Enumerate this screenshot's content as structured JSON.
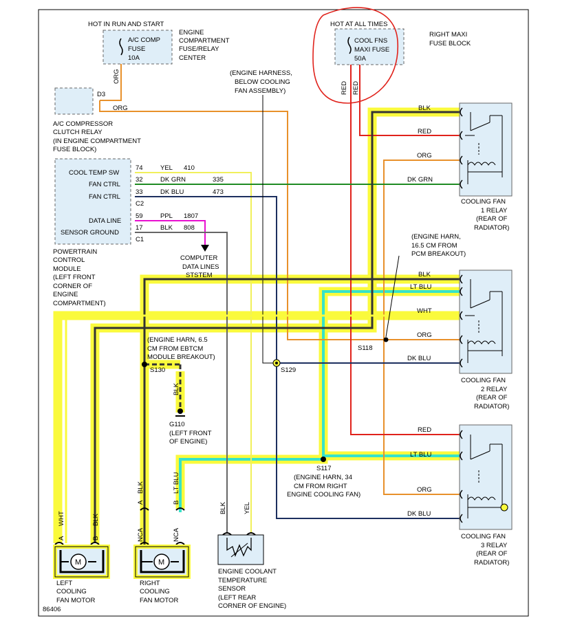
{
  "diagram_id": "86406",
  "fuse_ac": {
    "header": "HOT IN RUN AND START",
    "line1": "A/C COMP",
    "line2": "FUSE",
    "line3": "10A",
    "location": [
      "ENGINE",
      "COMPARTMENT",
      "FUSE/RELAY",
      "CENTER"
    ]
  },
  "fuse_fan": {
    "header": "HOT AT ALL TIMES",
    "line1": "COOL FNS",
    "line2": "MAXI FUSE",
    "line3": "50A",
    "location": [
      "RIGHT MAXI",
      "FUSE BLOCK"
    ]
  },
  "ac_relay": {
    "pin": "D3",
    "label": [
      "A/C COMPRESSOR",
      "CLUTCH RELAY",
      "(IN ENGINE COMPARTMENT",
      "FUSE BLOCK)"
    ]
  },
  "engine_harness_note": [
    "(ENGINE HARNESS,",
    "BELOW COOLING",
    "FAN ASSEMBLY)"
  ],
  "pcm": {
    "rows": [
      {
        "label": "COOL TEMP SW",
        "pin": "74",
        "color": "YEL",
        "circuit": "410"
      },
      {
        "label": "FAN CTRL",
        "pin": "32",
        "color": "DK GRN",
        "circuit": "335"
      },
      {
        "label": "FAN CTRL",
        "pin": "33",
        "color": "DK BLU",
        "circuit": "473"
      },
      {
        "label": "DATA LINE",
        "pin": "59",
        "color": "PPL",
        "circuit": "1807"
      },
      {
        "label": "SENSOR GROUND",
        "pin": "17",
        "color": "BLK",
        "circuit": "808"
      }
    ],
    "conn_c2": "C2",
    "conn_c1": "C1",
    "label": [
      "POWERTRAIN",
      "CONTROL",
      "MODULE",
      "(LEFT FRONT",
      "CORNER OF",
      "ENGINE",
      "COMPARTMENT)"
    ]
  },
  "data_lines": [
    "COMPUTER",
    "DATA LINES",
    "STSTEM"
  ],
  "wire_labels": {
    "org": "ORG",
    "red": "RED",
    "blk": "BLK",
    "wht": "WHT",
    "lt_blu": "LT BLU",
    "dk_grn": "DK GRN",
    "dk_blu": "DK BLU",
    "yel": "YEL"
  },
  "relay1": {
    "label": [
      "COOLING FAN",
      "1 RELAY",
      "(REAR OF",
      "RADIATOR)"
    ]
  },
  "relay2": {
    "label": [
      "COOLING FAN",
      "2 RELAY",
      "(REAR OF",
      "RADIATOR)"
    ]
  },
  "relay3": {
    "label": [
      "COOLING FAN",
      "3 RELAY",
      "(REAR OF",
      "RADIATOR)"
    ]
  },
  "s118": {
    "id": "S118",
    "note": [
      "(ENGINE HARN,",
      "16.5 CM FROM",
      "PCM BREAKOUT)"
    ]
  },
  "s130": {
    "id": "S130",
    "note": [
      "(ENGINE HARN, 6.5",
      "CM FROM EBTCM",
      "MODULE BREAKOUT)"
    ]
  },
  "s129": {
    "id": "S129"
  },
  "s117": {
    "id": "S117",
    "note": [
      "(ENGINE HARN, 34",
      "CM FROM RIGHT",
      "ENGINE COOLING FAN)"
    ]
  },
  "g110": {
    "id": "G110",
    "note": [
      "(LEFT FRONT",
      "OF ENGINE)"
    ]
  },
  "left_motor": {
    "label": [
      "LEFT",
      "COOLING",
      "FAN MOTOR"
    ],
    "pin_a": "A",
    "pin_b": "B",
    "wire_a": "WHT",
    "wire_b": "BLK",
    "symbol": "M"
  },
  "right_motor": {
    "label": [
      "RIGHT",
      "COOLING",
      "FAN MOTOR"
    ],
    "pin_a": "A",
    "pin_b": "B",
    "wire_a": "BLK",
    "wire_b": "LT BLU",
    "nca": "NCA",
    "symbol": "M"
  },
  "ect_sensor": {
    "label": [
      "ENGINE COOLANT",
      "TEMPERATURE",
      "SENSOR",
      "(LEFT REAR",
      "CORNER OF ENGINE)"
    ],
    "wire_1": "BLK",
    "wire_2": "YEL"
  },
  "colors": {
    "org": "#e8902a",
    "red": "#e0221b",
    "yel": "#f1f05a",
    "green": "#1e8a22",
    "dkblu": "#1c2f5e",
    "magenta": "#e80fd0",
    "gray": "#666666",
    "highlight": "#fafa3c",
    "cyan": "#36e3c9",
    "circle": "#e0221b"
  }
}
